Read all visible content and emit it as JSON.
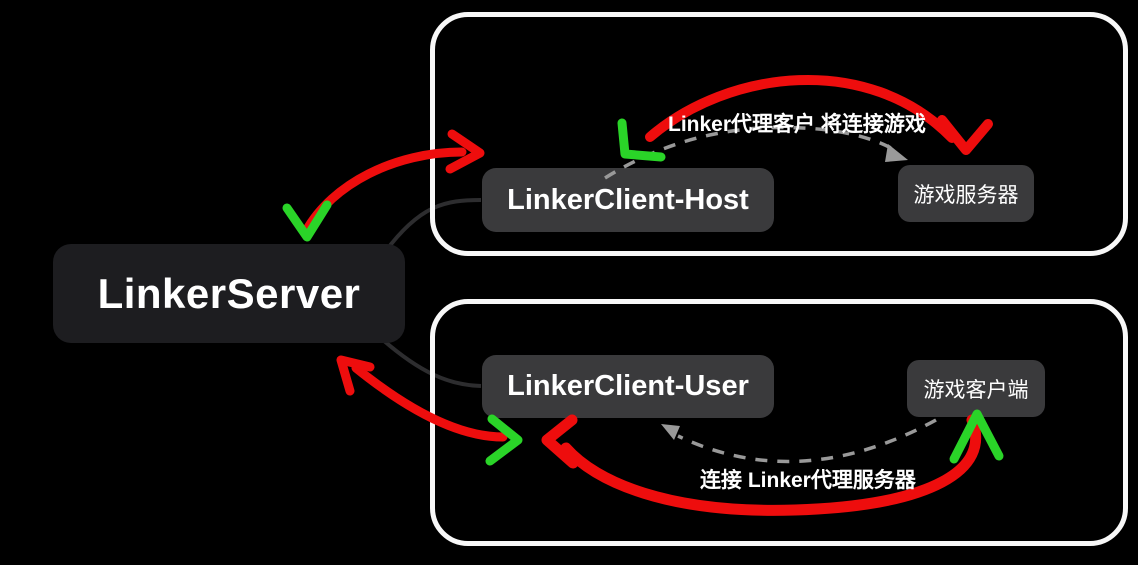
{
  "nodes": {
    "server": {
      "label": "LinkerServer"
    },
    "client_host": {
      "label": "LinkerClient-Host"
    },
    "game_server": {
      "label": "游戏服务器"
    },
    "client_user": {
      "label": "LinkerClient-User"
    },
    "game_client": {
      "label": "游戏客户端"
    }
  },
  "annotations": {
    "host_flow_label": "Linker代理客户 将连接游戏",
    "user_flow_label": "连接 Linker代理服务器"
  },
  "colors": {
    "background": "#000000",
    "server_box_fill": "#1d1d20",
    "node_box_fill": "#3a3a3c",
    "container_border": "#f8f8f8",
    "arrow_red": "#ee0d0d",
    "mark_green": "#2ad428",
    "dashed_gray": "#999999",
    "connector_gray": "#2d2d2f",
    "text": "#ffffff"
  }
}
